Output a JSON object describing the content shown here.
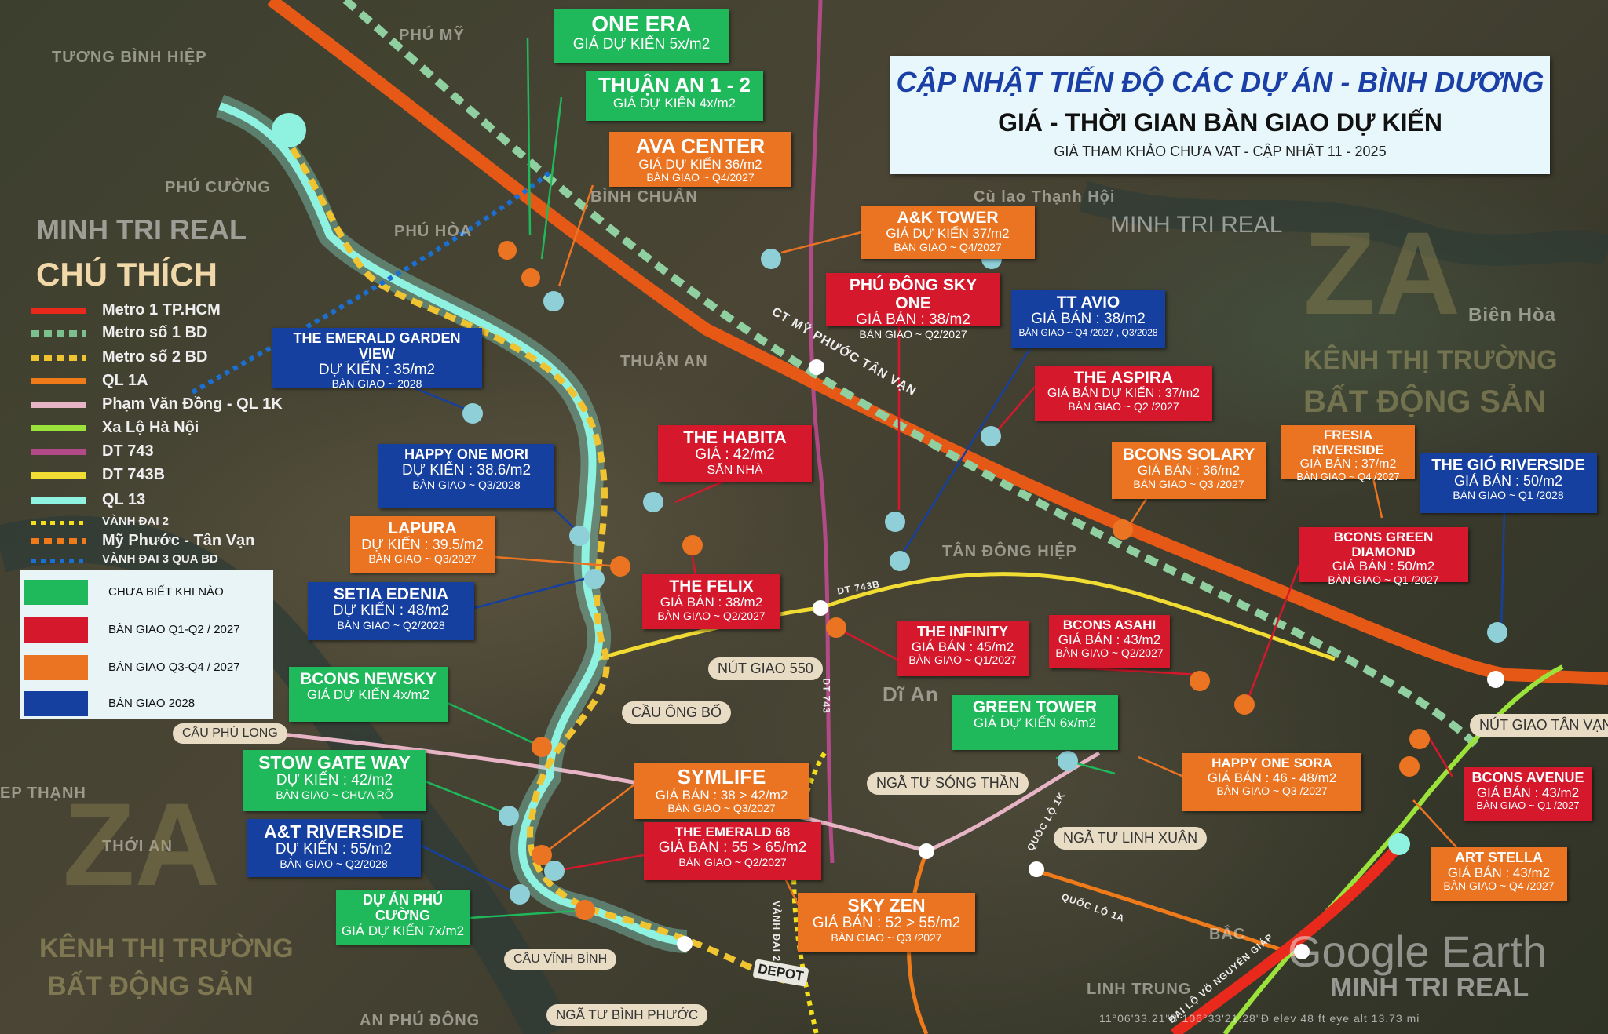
{
  "title": {
    "main": "CẬP NHẬT TIẾN ĐỘ CÁC DỰ ÁN - BÌNH DƯƠNG",
    "sub": "GIÁ - THỜI GIAN BÀN GIAO DỰ KIẾN",
    "note": "GIÁ THAM KHẢO CHƯA VAT - CẬP NHẬT 11 - 2025"
  },
  "legend": {
    "heading": "CHÚ THÍCH",
    "items": [
      {
        "label": "Metro 1 TP.HCM",
        "color": "#e8291c",
        "style": "solid"
      },
      {
        "label": "Metro số 1  BD",
        "color": "#7dbf8e",
        "style": "dashed"
      },
      {
        "label": "Metro số 2 BD",
        "color": "#f0c431",
        "style": "dashed"
      },
      {
        "label": "QL 1A",
        "color": "#ef7a1a",
        "style": "solid"
      },
      {
        "label": "Phạm Văn Đồng - QL 1K",
        "color": "#e6b4c4",
        "style": "solid"
      },
      {
        "label": "Xa Lộ Hà Nội",
        "color": "#9be23a",
        "style": "solid"
      },
      {
        "label": "DT 743",
        "color": "#b14a86",
        "style": "solid"
      },
      {
        "label": "DT 743B",
        "color": "#f0dc33",
        "style": "solid"
      },
      {
        "label": "QL 13",
        "color": "#8ff2e0",
        "style": "solid"
      },
      {
        "label": "VÀNH ĐAI 2",
        "color": "#f4de1e",
        "style": "dotted"
      },
      {
        "label": "Mỹ Phước - Tân Vạn",
        "color": "#ef7a1a",
        "style": "dashed"
      },
      {
        "label": "VÀNH ĐAI 3 QUA BD",
        "color": "#1b6fd1",
        "style": "dotted"
      }
    ]
  },
  "status_key": [
    {
      "label": "CHƯA BIẾT KHI NÀO",
      "color": "#1fb85a"
    },
    {
      "label": "BÀN GIAO Q1-Q2 / 2027",
      "color": "#d5182c"
    },
    {
      "label": "BÀN GIAO Q3-Q4 / 2027",
      "color": "#ea7422"
    },
    {
      "label": "BÀN GIAO 2028",
      "color": "#1640a0"
    }
  ],
  "watermarks": [
    "MINH TRI REAL",
    "MINH TRI REAL",
    "MINH TRI REAL",
    "Google Earth"
  ],
  "projects": [
    {
      "name": "ONE ERA",
      "price": "GIÁ DỰ KIẾN 5x/m2",
      "handover": ""
    },
    {
      "name": "THUẬN AN 1 - 2",
      "price": "GIÁ DỰ KIẾN 4x/m2",
      "handover": ""
    },
    {
      "name": "AVA CENTER",
      "price": "GIÁ DỰ KIẾN 36/m2",
      "handover": "BÀN GIAO ~ Q4/2027"
    },
    {
      "name": "A&K TOWER",
      "price": "GIÁ DỰ KIẾN 37/m2",
      "handover": "BÀN GIAO ~ Q4/2027"
    },
    {
      "name": "PHÚ ĐÔNG SKY ONE",
      "price": "GIÁ BÁN : 38/m2",
      "handover": "BÀN GIAO ~ Q2/2027"
    },
    {
      "name": "TT AVIO",
      "price": "GIÁ BÁN : 38/m2",
      "handover": "BÀN GIAO ~ Q4 /2027 , Q3/2028"
    },
    {
      "name": "THE EMERALD GARDEN VIEW",
      "price": "DỰ KIẾN : 35/m2",
      "handover": "BÀN GIAO ~ 2028"
    },
    {
      "name": "THE ASPIRA",
      "price": "GIÁ BÁN DỰ KIẾN : 37/m2",
      "handover": "BÀN GIAO ~ Q2 /2027"
    },
    {
      "name": "THE HABITA",
      "price": "GIÁ : 42/m2",
      "handover": "SẴN NHÀ"
    },
    {
      "name": "HAPPY ONE MORI",
      "price": "DỰ KIẾN : 38.6/m2",
      "handover": "BÀN GIAO ~ Q3/2028"
    },
    {
      "name": "BCONS SOLARY",
      "price": "GIÁ BÁN : 36/m2",
      "handover": "BÀN GIAO ~ Q3 /2027"
    },
    {
      "name": "FRESIA RIVERSIDE",
      "price": "GIÁ BÁN : 37/m2",
      "handover": "BÀN GIAO ~ Q4 /2027"
    },
    {
      "name": "THE GIÓ RIVERSIDE",
      "price": "GIÁ BÁN : 50/m2",
      "handover": "BÀN GIAO ~ Q1 /2028"
    },
    {
      "name": "LAPURA",
      "price": "DỰ KIẾN : 39.5/m2",
      "handover": "BÀN GIAO ~ Q3/2027"
    },
    {
      "name": "BCONS GREEN DIAMOND",
      "price": "GIÁ BÁN : 50/m2",
      "handover": "BÀN GIAO ~ Q1 /2027"
    },
    {
      "name": "THE FELIX",
      "price": "GIÁ BÁN : 38/m2",
      "handover": "BÀN GIAO ~ Q2/2027"
    },
    {
      "name": "SETIA EDENIA",
      "price": "DỰ KIẾN : 48/m2",
      "handover": "BÀN GIAO ~ Q2/2028"
    },
    {
      "name": "THE INFINITY",
      "price": "GIÁ BÁN : 45/m2",
      "handover": "BÀN GIAO ~ Q1/2027"
    },
    {
      "name": "BCONS ASAHI",
      "price": "GIÁ BÁN : 43/m2",
      "handover": "BÀN GIAO ~ Q2/2027"
    },
    {
      "name": "BCONS NEWSKY",
      "price": "GIÁ DỰ KIẾN 4x/m2",
      "handover": ""
    },
    {
      "name": "GREEN TOWER",
      "price": "GIÁ DỰ KIẾN 6x/m2",
      "handover": ""
    },
    {
      "name": "STOW GATE WAY",
      "price": "DỰ KIẾN : 42/m2",
      "handover": "BÀN GIAO ~ CHƯA RÕ"
    },
    {
      "name": "SYMLIFE",
      "price": "GIÁ BÁN : 38 > 42/m2",
      "handover": "BÀN GIAO ~ Q3/2027"
    },
    {
      "name": "HAPPY ONE SORA",
      "price": "GIÁ BÁN : 46 - 48/m2",
      "handover": "BÀN GIAO ~ Q3 /2027"
    },
    {
      "name": "BCONS AVENUE",
      "price": "GIÁ BÁN : 43/m2",
      "handover": "BÀN GIAO ~ Q1 /2027"
    },
    {
      "name": "A&T RIVERSIDE",
      "price": "DỰ KIẾN : 55/m2",
      "handover": "BÀN GIAO ~ Q2/2028"
    },
    {
      "name": "THE EMERALD 68",
      "price": "GIÁ BÁN : 55 > 65/m2",
      "handover": "BÀN GIAO ~ Q2/2027"
    },
    {
      "name": "DỰ ÁN PHÚ CƯỜNG",
      "price": "GIÁ DỰ KIẾN 7x/m2",
      "handover": ""
    },
    {
      "name": "SKY ZEN",
      "price": "GIÁ BÁN : 52 > 55/m2",
      "handover": "BÀN GIAO ~ Q3 /2027"
    },
    {
      "name": "ART STELLA",
      "price": "GIÁ BÁN : 43/m2",
      "handover": "BÀN GIAO ~ Q4 /2027"
    }
  ],
  "landmarks": [
    "NÚT GIAO 550",
    "CẦU ÔNG BỐ",
    "CẦU PHÚ LONG",
    "NGÃ TƯ SÓNG THẦN",
    "NGÃ TƯ LINH XUÂN",
    "CẦU VĨNH BÌNH",
    "NGÃ TƯ BÌNH PHƯỚC",
    "NÚT GIAO TÂN VẠN"
  ],
  "place_names": [
    "TƯƠNG BÌNH HIỆP",
    "PHÚ MỸ",
    "PHÚ CƯỜNG",
    "PHÚ HÒA",
    "BÌNH CHUẨN",
    "Cù lao Thạnh Hội",
    "Biên Hòa",
    "THUẬN AN",
    "TÂN ĐÔNG HIỆP",
    "Dĩ An",
    "EP THẠNH",
    "THỚI AN",
    "AN PHÚ ĐÔNG",
    "LINH TRUNG",
    "BẮC"
  ],
  "road_labels": [
    "CT MỸ PHƯỚC TÂN VẠN",
    "DT 743B",
    "DT 743",
    "QUỐC LỘ 1K",
    "QUỐC LỘ 1A",
    "VÀNH ĐAI 2",
    "ĐẠI LỘ VÕ NGUYÊN GIÁP",
    "DEPOT"
  ],
  "footer": "11°06'33.21\"B 106°33'21.28\"Đ elev 48 ft eye alt 13.73 mi",
  "brand": {
    "top": "KÊNH THỊ TRƯỜNG",
    "bottom": "BẤT ĐỘNG SẢN",
    "logo": "ZA"
  }
}
